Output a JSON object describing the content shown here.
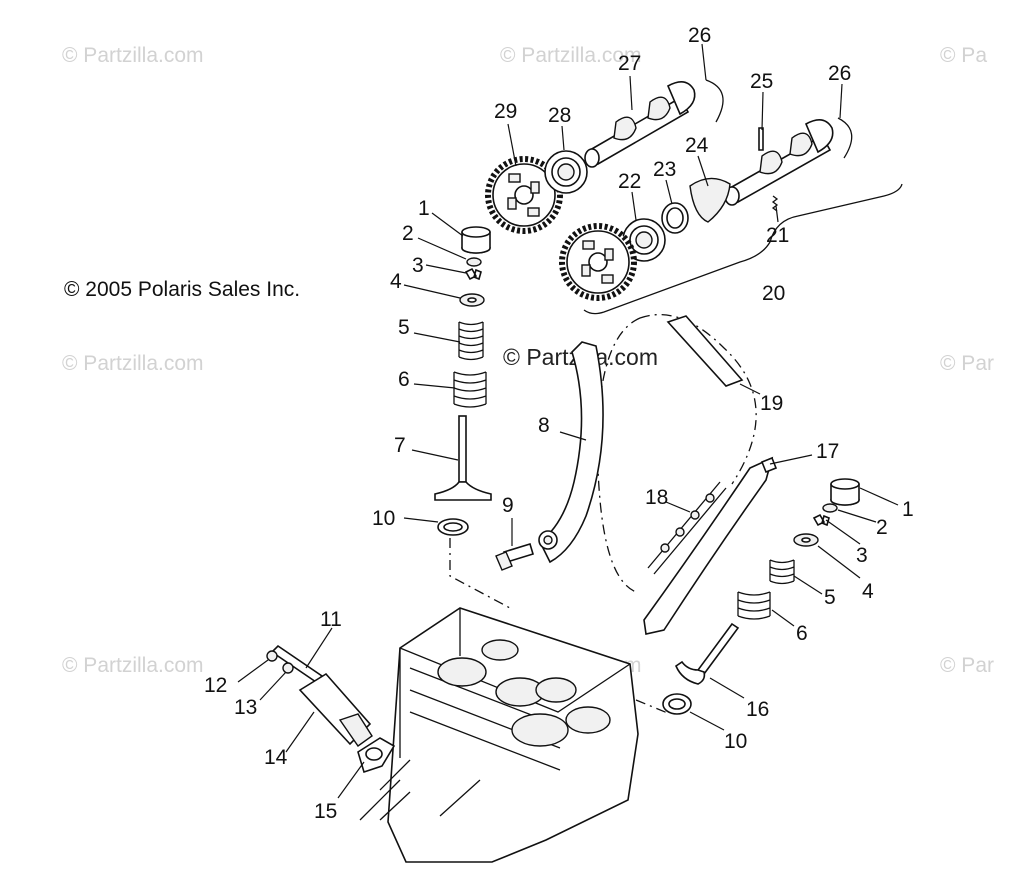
{
  "copyright": "© 2005 Polaris Sales Inc.",
  "watermarks": [
    "© Partzilla.com",
    "© Partzilla.com",
    "© Pa",
    "© Partzilla.com",
    "© Par",
    "© Partzilla.com",
    "© Par",
    "© Partzilla.com"
  ],
  "center_watermark": "© Partzilla.com",
  "callouts": [
    "1",
    "2",
    "3",
    "4",
    "5",
    "6",
    "7",
    "10",
    "9",
    "8",
    "19",
    "17",
    "18",
    "1",
    "2",
    "3",
    "4",
    "5",
    "6",
    "16",
    "10",
    "11",
    "12",
    "13",
    "14",
    "15",
    "29",
    "28",
    "27",
    "26",
    "25",
    "26",
    "24",
    "23",
    "22",
    "21",
    "20"
  ]
}
